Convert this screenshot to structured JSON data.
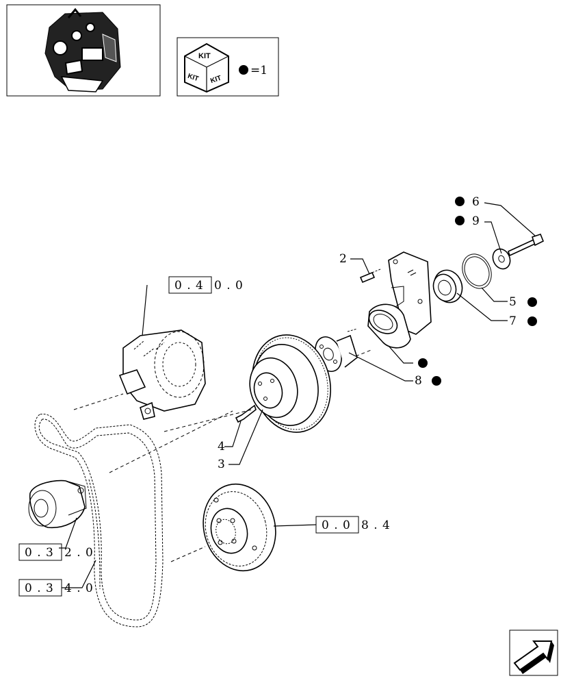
{
  "thumbnail": {
    "icon": "engine-thumbnail-icon"
  },
  "kit_legend": {
    "icon": "kit-box-icon",
    "box_text": [
      "KIT",
      "KIT",
      "KIT"
    ],
    "legend_text": "=1"
  },
  "part_labels": [
    "6",
    "9",
    "2",
    "5",
    "7",
    "8",
    "4",
    "3"
  ],
  "references": [
    {
      "boxed": "0 . 4",
      "rest": "0 . 0"
    },
    {
      "boxed": "0 . 0",
      "rest": "8 . 4"
    },
    {
      "boxed": "0 . 3",
      "rest": "2 . 0"
    },
    {
      "boxed": "0 . 3",
      "rest": "4 . 0"
    }
  ],
  "nav": {
    "icon": "next-page-arrow-icon"
  }
}
